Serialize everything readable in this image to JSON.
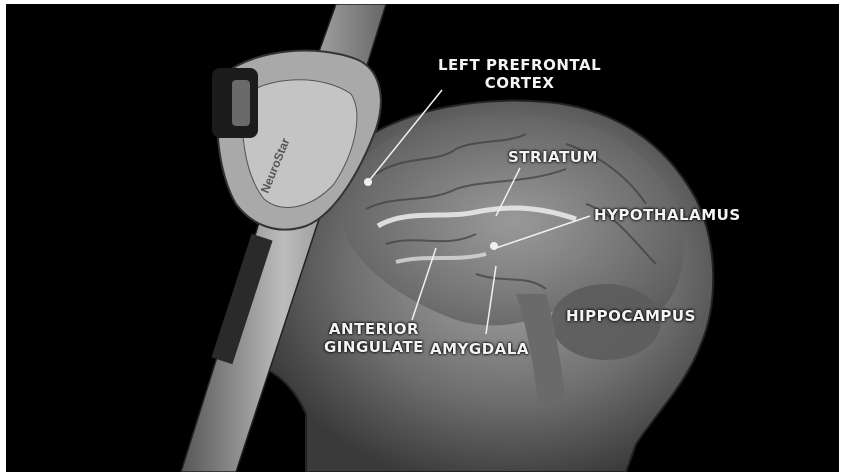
{
  "labels": {
    "left_prefrontal_cortex": "LEFT PREFRONTAL\nCORTEX",
    "striatum": "STRIATUM",
    "hypothalamus": "HYPOTHALAMUS",
    "hippocampus": "HIPPOCAMPUS",
    "anterior_cingulate": "ANTERIOR\nGINGULATE",
    "amygdala": "AMYGDALA"
  },
  "device_brand": "NeuroStar",
  "colors": {
    "background": "#000000",
    "label_text": "#f4f4f4",
    "head": "#8a8a8a",
    "device": "#b5b5b5"
  }
}
